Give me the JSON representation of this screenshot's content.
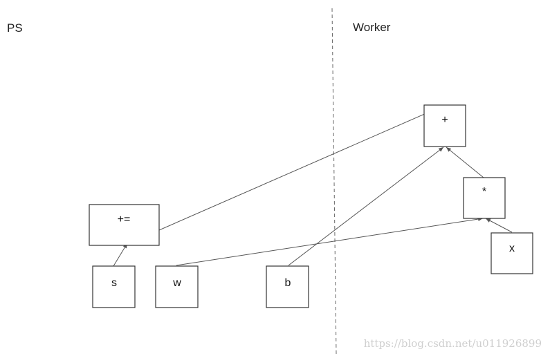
{
  "regions": {
    "ps_label": "PS",
    "worker_label": "Worker"
  },
  "nodes": {
    "add_assign": "+=",
    "s": "s",
    "w": "w",
    "b": "b",
    "plus": "+",
    "mul": "*",
    "x": "x"
  },
  "edges": [
    {
      "from": "s",
      "to": "add_assign"
    },
    {
      "from": "plus",
      "to": "add_assign"
    },
    {
      "from": "w",
      "to": "mul"
    },
    {
      "from": "x",
      "to": "mul"
    },
    {
      "from": "b",
      "to": "plus"
    },
    {
      "from": "mul",
      "to": "plus"
    }
  ],
  "watermark": "https://blog.csdn.net/u011926899"
}
